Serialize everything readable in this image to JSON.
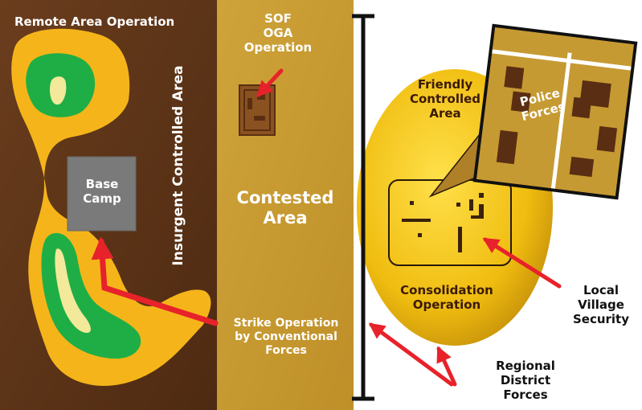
{
  "labels": {
    "remote_area_operation": "Remote Area Operation",
    "insurgent_controlled_area": "Insurgent Controlled Area",
    "base_camp_line1": "Base",
    "base_camp_line2": "Camp",
    "sof_line1": "SOF",
    "sof_line2": "OGA",
    "sof_line3": "Operation",
    "contested_line1": "Contested",
    "contested_line2": "Area",
    "strike_line1": "Strike Operation",
    "strike_line2": "by Conventional",
    "strike_line3": "Forces",
    "friendly_line1": "Friendly",
    "friendly_line2": "Controlled",
    "friendly_line3": "Area",
    "police_line1": "Police",
    "police_line2": "Forces",
    "consolidation_line1": "Consolidation",
    "consolidation_line2": "Operation",
    "local_line1": "Local",
    "local_line2": "Village",
    "local_line3": "Security",
    "regional_line1": "Regional",
    "regional_line2": "District",
    "regional_line3": "Forces"
  },
  "colors": {
    "insurgent_area": "#5a3318",
    "contested_area": "#c89a30",
    "friendly_area": "#f0c010",
    "terrain_orange": "#f5b51a",
    "terrain_green": "#1fae45",
    "terrain_light": "#f2e99a",
    "base_camp": "#7a7a7a",
    "arrow_red": "#e8222a",
    "building": "#5a2e12"
  }
}
